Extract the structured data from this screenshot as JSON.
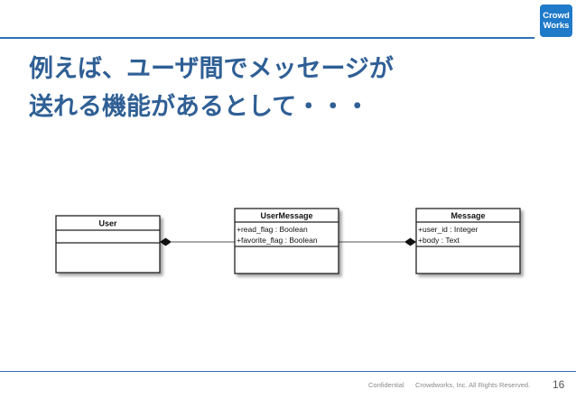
{
  "logo": {
    "line1": "Crowd",
    "line2": "Works"
  },
  "slide": {
    "title_line1": "例えば、ユーザ間でメッセージが",
    "title_line2": "送れる機能があるとして・・・"
  },
  "uml": {
    "user": {
      "name": "User"
    },
    "user_message": {
      "name": "UserMessage",
      "attributes": [
        "+read_flag : Boolean",
        "+favorite_flag : Boolean"
      ]
    },
    "message": {
      "name": "Message",
      "attributes": [
        "+user_id : Integer",
        "+body : Text"
      ]
    }
  },
  "footer": {
    "confidential": "Confidential",
    "copyright": "Crowdworks, Inc. All Rights Reserved.",
    "page_number": "16"
  },
  "colors": {
    "accent": "#2f6fb5",
    "logo_bg": "#1f7ac9",
    "title": "#2f5f95"
  }
}
